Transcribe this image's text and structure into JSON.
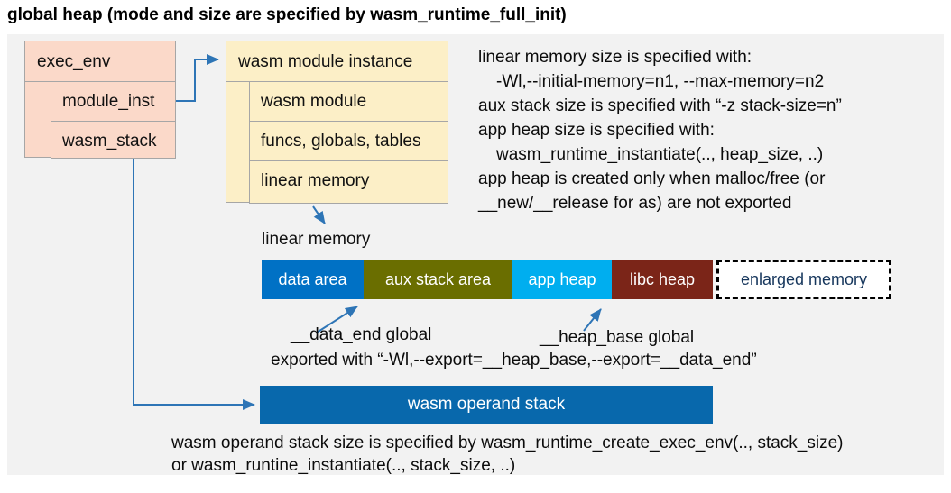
{
  "title": "global heap (mode and size are specified by wasm_runtime_full_init)",
  "exec_env": {
    "header": "exec_env",
    "rows": [
      "module_inst",
      "wasm_stack"
    ]
  },
  "module_instance": {
    "header": "wasm module instance",
    "rows": [
      "wasm module",
      "funcs, globals, tables",
      "linear memory"
    ]
  },
  "notes": {
    "lines": [
      "linear memory size is specified with:",
      "-Wl,--initial-memory=n1, --max-memory=n2",
      "aux stack size is specified with “-z stack-size=n”",
      "app heap size is specified with:",
      "wasm_runtime_instantiate(.., heap_size, ..)",
      "app heap is created only when malloc/free (or",
      "__new/__release for as) are not exported"
    ]
  },
  "linear_memory": {
    "label": "linear memory",
    "segments": [
      {
        "label": "data area",
        "color": "#0071C5"
      },
      {
        "label": "aux stack area",
        "color": "#6A6E00"
      },
      {
        "label": "app heap",
        "color": "#00AEEF"
      },
      {
        "label": "libc heap",
        "color": "#7B2518"
      }
    ],
    "enlarged_label": "enlarged memory",
    "enlarged_text_color": "#16365C"
  },
  "annotations": {
    "data_end": "__data_end global",
    "heap_base": "__heap_base global",
    "exported": "exported with “-Wl,--export=__heap_base,--export=__data_end”"
  },
  "operand_stack": {
    "label": "wasm operand stack",
    "color": "#0868AC"
  },
  "footer": {
    "lines": [
      "wasm operand stack size is specified by wasm_runtime_create_exec_env(.., stack_size)",
      "or wasm_runtine_instantiate(.., stack_size, ..)"
    ]
  },
  "colors": {
    "panel_bg": "#F2F2F2",
    "exec_env_box": "#FBD9C9",
    "module_instance_box": "#FCEFC7",
    "box_border": "#A6A6A6",
    "arrow": "#2E75B6"
  }
}
